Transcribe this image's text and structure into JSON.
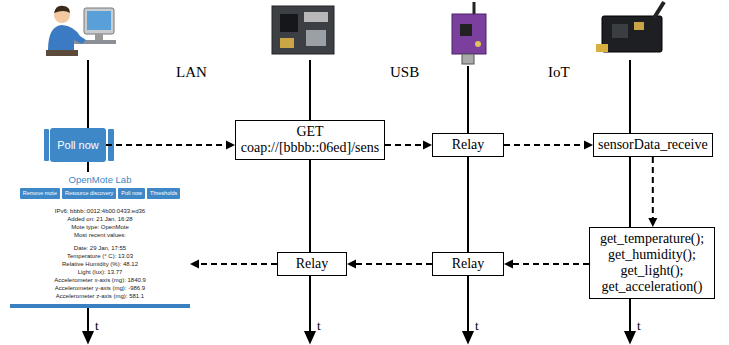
{
  "diagram": {
    "nodes": [
      {
        "text": [
          "Poll now"
        ]
      },
      {
        "text": [
          "GET coap://[bbbb::06ed]/sens"
        ]
      },
      {
        "text": [
          "Relay"
        ]
      },
      {
        "text": [
          "sensorData_receive"
        ]
      },
      {
        "text": [
          "OpenMote Lab",
          "IPv6: bbbb::0012:4b00:0433:ed36",
          "Added on: 21 Jan, 16:28",
          "Mote type: OpenMote",
          "Most recent values:",
          "Date: 29 Jan, 17:55",
          "Temperature (° C): 13.03",
          "Relative Humidity (%): 48.12",
          "Light (lux): 13.77",
          "Accelerometer x-axis (mg): 1840.9",
          "Accelerometer y-axis (mg): -986.9",
          "Accelerometer z-axis (mg): 581.1"
        ]
      },
      {
        "text": [
          "Remove mote"
        ],
        "in": 4
      },
      {
        "text": [
          "Resource discovery"
        ],
        "in": 4
      },
      {
        "text": [
          "Poll now"
        ],
        "in": 4
      },
      {
        "text": [
          "Thresholds"
        ],
        "in": 4
      },
      {
        "text": [
          "get_temperature(); get_humidity(); get_light(); get_acceleration()"
        ]
      },
      {
        "text": [
          "Relay"
        ]
      },
      {
        "text": [
          "Relay"
        ]
      }
    ],
    "edges": [
      {
        "from": 0,
        "to": 1,
        "arrow": "to"
      },
      {
        "from": 1,
        "to": 2,
        "arrow": "to"
      },
      {
        "from": 2,
        "to": 3,
        "arrow": "to"
      },
      {
        "from": 3,
        "to": 9,
        "arrow": "to"
      },
      {
        "from": 9,
        "to": 11,
        "arrow": "to"
      },
      {
        "from": 11,
        "to": 10,
        "arrow": "to"
      },
      {
        "from": 10,
        "to": 4,
        "arrow": "to"
      }
    ],
    "labels": [
      "LAN",
      "USB",
      "IoT",
      "t",
      "t",
      "t",
      "t"
    ]
  }
}
